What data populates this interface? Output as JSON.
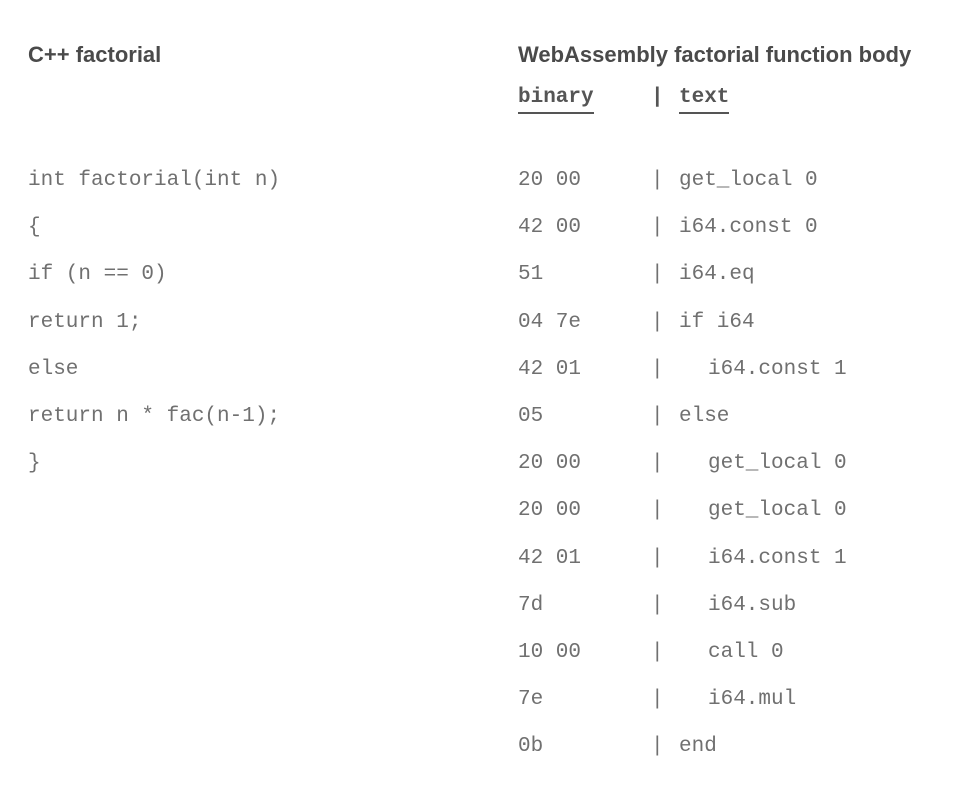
{
  "left_heading": "C++ factorial",
  "right_heading": "WebAssembly factorial function body",
  "columns": {
    "binary_label": "binary",
    "separator": "|",
    "text_label": "text"
  },
  "cpp_lines": [
    "int factorial(int n)",
    "{",
    "if (n == 0)",
    "return 1;",
    "else",
    "return n * fac(n-1);",
    "}"
  ],
  "wasm_rows": [
    {
      "hex": "20 00",
      "bar": "|",
      "instr": "get_local 0",
      "indent": false
    },
    {
      "hex": "42 00",
      "bar": "|",
      "instr": "i64.const 0",
      "indent": false
    },
    {
      "hex": "51",
      "bar": "|",
      "instr": "i64.eq",
      "indent": false
    },
    {
      "hex": "04 7e",
      "bar": "|",
      "instr": "if i64",
      "indent": false
    },
    {
      "hex": "42 01",
      "bar": "|",
      "instr": "i64.const 1",
      "indent": true
    },
    {
      "hex": "05",
      "bar": "|",
      "instr": "else",
      "indent": false
    },
    {
      "hex": "20 00",
      "bar": "|",
      "instr": "get_local 0",
      "indent": true
    },
    {
      "hex": "20 00",
      "bar": "|",
      "instr": "get_local 0",
      "indent": true
    },
    {
      "hex": "42 01",
      "bar": "|",
      "instr": "i64.const 1",
      "indent": true
    },
    {
      "hex": "7d",
      "bar": "|",
      "instr": "i64.sub",
      "indent": true
    },
    {
      "hex": "10 00",
      "bar": "|",
      "instr": "call 0",
      "indent": true
    },
    {
      "hex": "7e",
      "bar": "|",
      "instr": "i64.mul",
      "indent": true
    },
    {
      "hex": "0b",
      "bar": "|",
      "instr": "end",
      "indent": false
    }
  ]
}
